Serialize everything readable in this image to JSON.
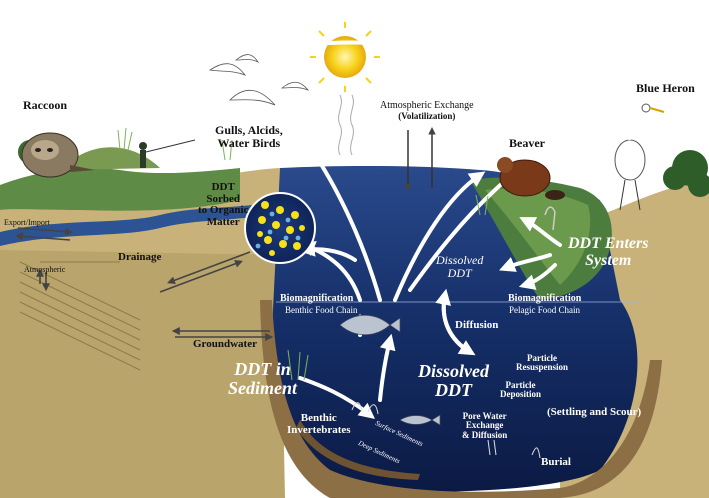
{
  "labels": {
    "raccoon": "Raccoon",
    "blue_heron": "Blue Heron",
    "beaver": "Beaver",
    "gulls": [
      "Gulls, Alcids,",
      "Water Birds"
    ],
    "atmospheric_exchange": "Atmospheric Exchange",
    "volatilization": "(Volatilization)",
    "ddt_sorbed": [
      "DDT",
      "Sorbed",
      "to Organic",
      "Matter"
    ],
    "drainage": "Drainage",
    "export_import": "Export/Import",
    "atmospheric": "Atmospheric",
    "groundwater": "Groundwater",
    "dissolved_ddt_upper": [
      "Dissolved",
      "DDT"
    ],
    "ddt_enters_system": [
      "DDT Enters",
      "System"
    ],
    "biomagnification_left": "Biomagnification",
    "benthic_food_chain": "Benthic Food Chain",
    "biomagnification_right": "Biomagnification",
    "pelagic_food_chain": "Pelagic Food Chain",
    "diffusion": "Diffusion",
    "ddt_in_sediment": [
      "DDT in",
      "Sediment"
    ],
    "dissolved_ddt_lower": [
      "Dissolved",
      "DDT"
    ],
    "particle_resuspension": [
      "Particle",
      "Resuspension"
    ],
    "particle_deposition": [
      "Particle",
      "Deposition"
    ],
    "settling_scour": "(Settling and Scour)",
    "pore_water": [
      "Pore Water",
      "Exchange",
      "& Diffusion"
    ],
    "benthic_invertebrates": [
      "Benthic",
      "Invertebrates"
    ],
    "surface_sediments": "Surface Sediments",
    "deep_sediments": "Deep Sediments",
    "burial": "Burial"
  },
  "colors": {
    "sky": "#ffffff",
    "water_top": "#1a3a78",
    "water_bottom": "#0e1f4e",
    "land": "#c8b27a",
    "land_dark": "#8d7a4c",
    "grass": "#3f7a3a",
    "arrow": "#ffffff",
    "sun": "#f6d21b"
  }
}
